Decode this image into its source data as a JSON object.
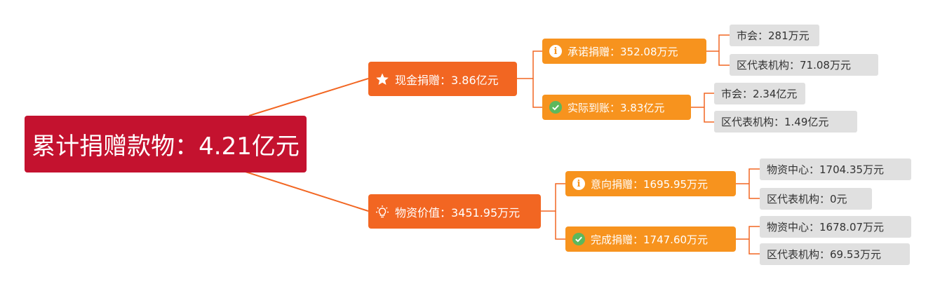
{
  "root": {
    "label": "累计捐赠款物：4.21亿元"
  },
  "branches": [
    {
      "label": "现金捐赠：3.86亿元",
      "icon": "star-icon",
      "children": [
        {
          "label": "承诺捐赠：352.08万元",
          "icon": "info-icon",
          "leaves": [
            "市会：281万元",
            "区代表机构：71.08万元"
          ]
        },
        {
          "label": "实际到账：3.83亿元",
          "icon": "check-icon",
          "leaves": [
            "市会：2.34亿元",
            "区代表机构：1.49亿元"
          ]
        }
      ]
    },
    {
      "label": "物资价值：3451.95万元",
      "icon": "lightbulb-icon",
      "children": [
        {
          "label": "意向捐赠：1695.95万元",
          "icon": "info-icon",
          "leaves": [
            "物资中心：1704.35万元",
            "区代表机构：0元"
          ]
        },
        {
          "label": "完成捐赠：1747.60万元",
          "icon": "check-icon",
          "leaves": [
            "物资中心：1678.07万元",
            "区代表机构：69.53万元"
          ]
        }
      ]
    }
  ],
  "colors": {
    "root": "#c4122f",
    "level1": "#f26622",
    "level2": "#f7931e",
    "leaf": "#e0e0e0",
    "connector": "#f26622",
    "check": "#5cb85c"
  }
}
